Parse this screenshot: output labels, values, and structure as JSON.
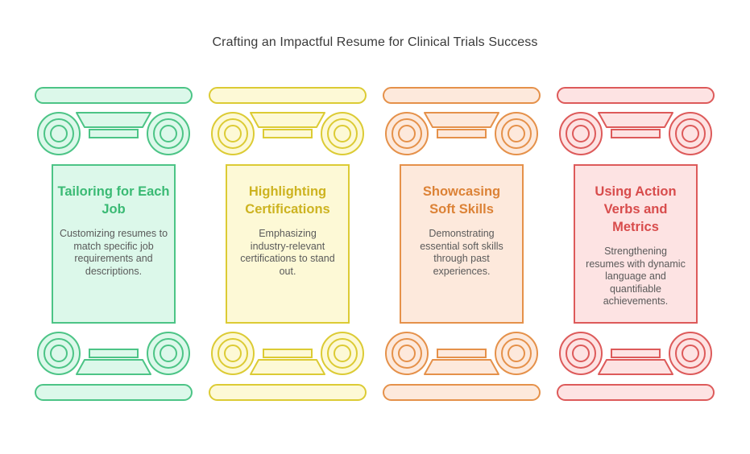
{
  "title": "Crafting an Impactful Resume for Clinical Trials Success",
  "pillars": [
    {
      "heading": "Tailoring for Each Job",
      "description": "Customizing resumes to match specific job requirements and descriptions.",
      "colors": {
        "fill": "#dcf8ea",
        "stroke": "#4cc486",
        "text": "#3aba74"
      }
    },
    {
      "heading": "Highlighting Certifications",
      "description": "Emphasizing industry-relevant certifications to stand out.",
      "colors": {
        "fill": "#fdf9d6",
        "stroke": "#dccb34",
        "text": "#cdb320"
      }
    },
    {
      "heading": "Showcasing Soft Skills",
      "description": "Demonstrating essential soft skills through past experiences.",
      "colors": {
        "fill": "#fde9dc",
        "stroke": "#e5914a",
        "text": "#dc8236"
      }
    },
    {
      "heading": "Using Action Verbs and Metrics",
      "description": "Strengthening resumes with dynamic language and quantifiable achievements.",
      "colors": {
        "fill": "#fde3e3",
        "stroke": "#dd5a5a",
        "text": "#d84c4c"
      }
    }
  ]
}
